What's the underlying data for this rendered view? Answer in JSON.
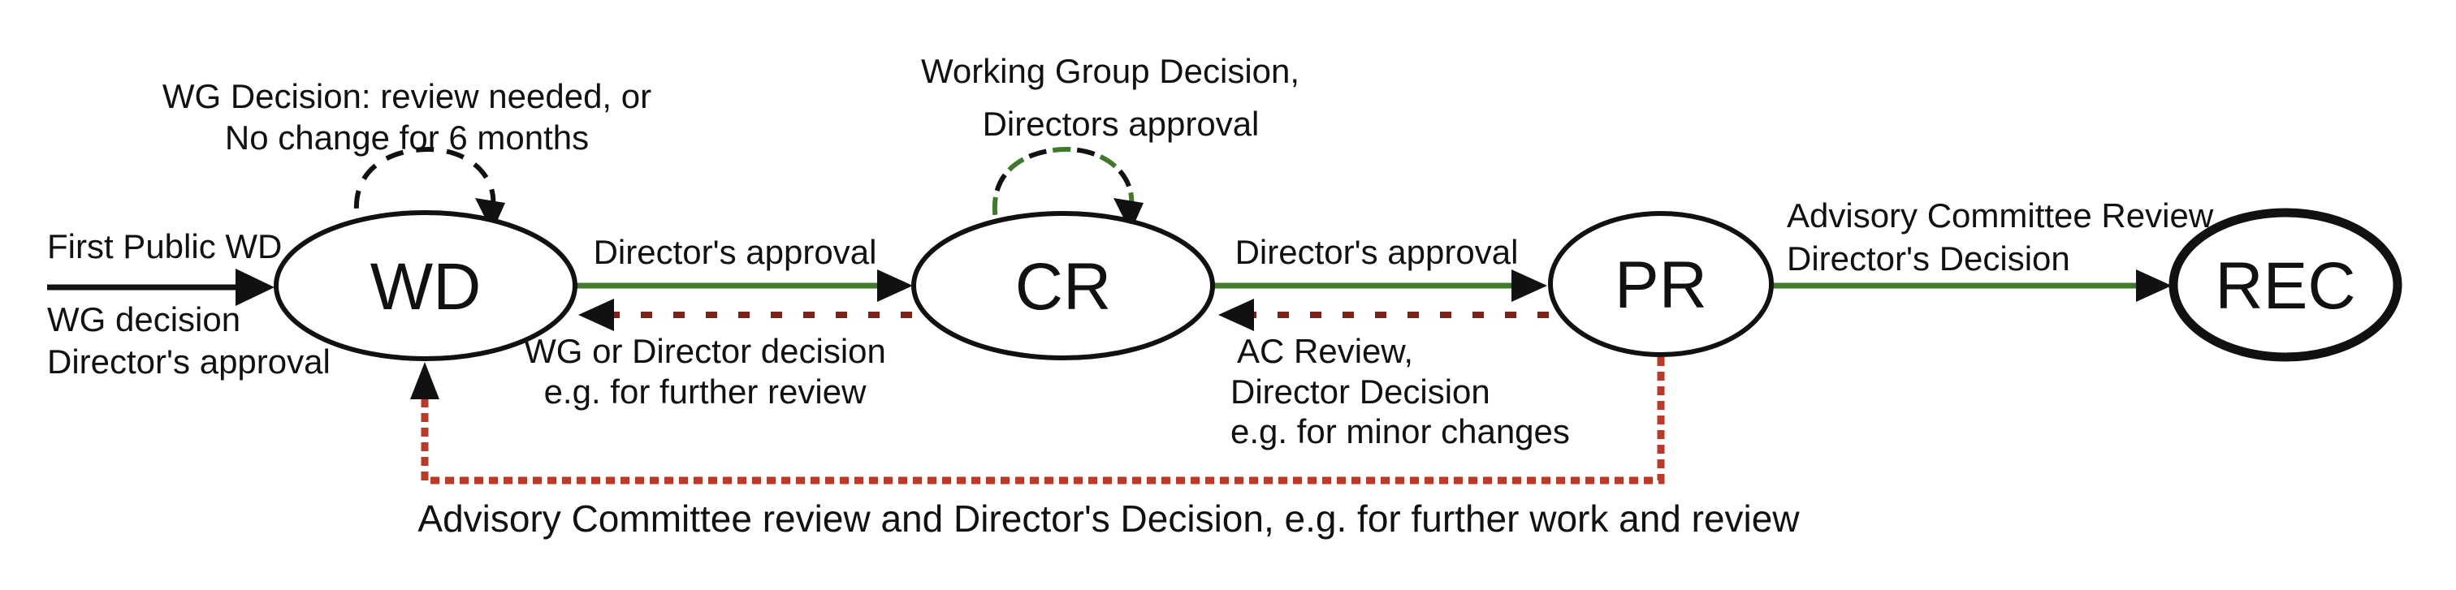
{
  "colors": {
    "green": "#3f7a2b",
    "dark_red": "#7a241c",
    "bright_red": "#b93a28",
    "black": "#111111"
  },
  "nodes": {
    "wd": "WD",
    "cr": "CR",
    "pr": "PR",
    "rec": "REC"
  },
  "edges": {
    "entry": {
      "above": "First Public WD",
      "below_line1": "WG decision",
      "below_line2": "Director's approval"
    },
    "wd_self_loop": {
      "line1": "WG Decision: review needed, or",
      "line2": "No change for 6 months"
    },
    "cr_self_loop": {
      "line1": "Working Group Decision,",
      "line2": "Directors approval"
    },
    "wd_to_cr": {
      "label": "Director's approval"
    },
    "cr_to_wd": {
      "line1": "WG or Director decision",
      "line2": "e.g. for further review"
    },
    "cr_to_pr": {
      "label": "Director's approval"
    },
    "pr_to_cr": {
      "line1": "AC Review,",
      "line2": "Director Decision",
      "line3": "e.g. for minor changes"
    },
    "pr_to_rec": {
      "line1": "Advisory Committee Review",
      "line2": "Director's Decision"
    },
    "pr_to_wd": {
      "label": "Advisory Committee review and Director's Decision, e.g. for further work and review"
    }
  }
}
